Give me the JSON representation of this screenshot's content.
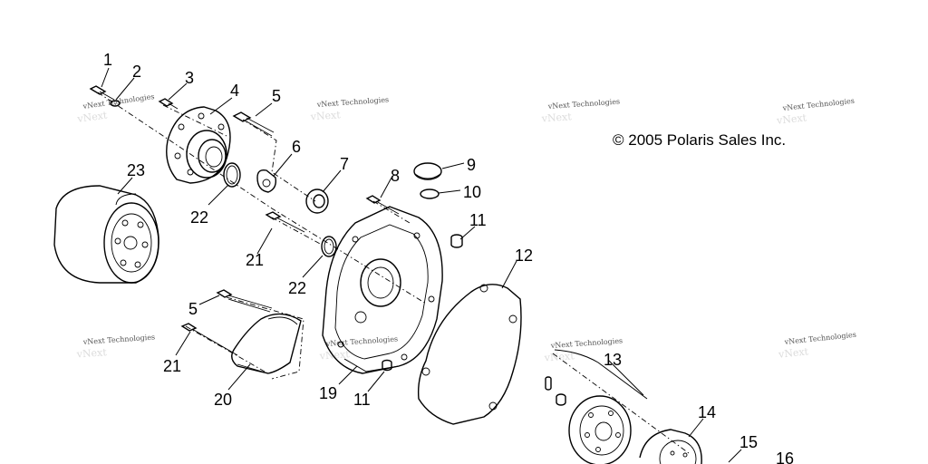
{
  "copyright": "© 2005 Polaris Sales Inc.",
  "watermark_text": "vNext Technologies",
  "callouts": [
    "1",
    "2",
    "3",
    "4",
    "5",
    "6",
    "7",
    "8",
    "9",
    "10",
    "11",
    "12",
    "13",
    "14",
    "15",
    "16",
    "19",
    "20",
    "21",
    "22",
    "23"
  ],
  "callout_repeats": {
    "5b": "5",
    "11b": "11",
    "21b": "21",
    "22b": "22"
  }
}
